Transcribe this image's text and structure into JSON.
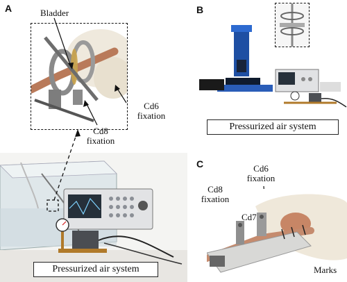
{
  "panels": {
    "a": {
      "label": "A",
      "annotations": {
        "bladder": "Bladder",
        "cd6_line1": "Cd6",
        "cd6_line2": "fixation",
        "cd8_line1": "Cd8",
        "cd8_line2": "fixation"
      },
      "caption": "Pressurized air system"
    },
    "b": {
      "label": "B",
      "caption": "Pressurized air system"
    },
    "c": {
      "label": "C",
      "annotations": {
        "cd6_line1": "Cd6",
        "cd6_line2": "fixation",
        "cd8_line1": "Cd8",
        "cd8_line2": "fixation",
        "cd7": "Cd7",
        "marks": "Marks"
      }
    }
  }
}
